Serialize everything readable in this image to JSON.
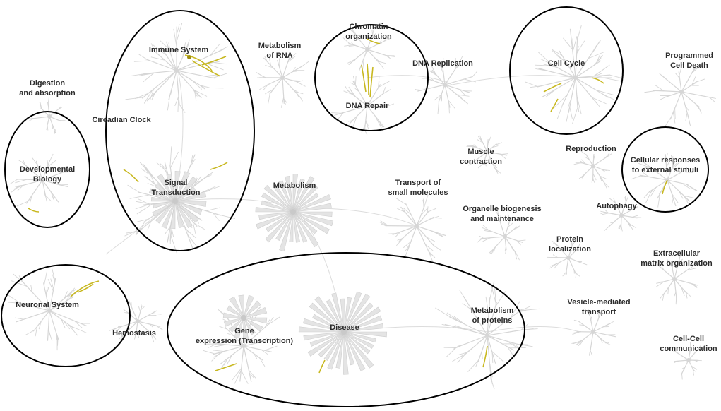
{
  "diagram": {
    "style": {
      "background": "#ffffff",
      "tree_color": "#d6d6d6",
      "highlight_color": "#c8b820",
      "circle_color": "#000000",
      "label_color": "#2b2b2b"
    },
    "pathways": [
      {
        "id": "digestion",
        "label": "Digestion\nand absorption"
      },
      {
        "id": "circadian",
        "label": "Circadian Clock"
      },
      {
        "id": "immune",
        "label": "Immune System",
        "circled": true
      },
      {
        "id": "metabolism-rna",
        "label": "Metabolism\nof RNA"
      },
      {
        "id": "chromatin",
        "label": "Chromatin\norganization",
        "circled": true
      },
      {
        "id": "dna-replication",
        "label": "DNA Replication"
      },
      {
        "id": "dna-repair",
        "label": "DNA Repair",
        "circled": true
      },
      {
        "id": "cell-cycle",
        "label": "Cell Cycle",
        "circled": true
      },
      {
        "id": "programmed-death",
        "label": "Programmed\nCell Death"
      },
      {
        "id": "developmental",
        "label": "Developmental\nBiology",
        "circled": true
      },
      {
        "id": "signal",
        "label": "Signal\nTransduction",
        "circled": true
      },
      {
        "id": "metabolism",
        "label": "Metabolism"
      },
      {
        "id": "muscle",
        "label": "Muscle\ncontraction"
      },
      {
        "id": "reproduction",
        "label": "Reproduction"
      },
      {
        "id": "cellular-responses",
        "label": "Cellular responses\nto external stimuli",
        "circled": true
      },
      {
        "id": "transport-small",
        "label": "Transport of\nsmall molecules"
      },
      {
        "id": "organelle",
        "label": "Organelle biogenesis\nand maintenance"
      },
      {
        "id": "autophagy",
        "label": "Autophagy"
      },
      {
        "id": "protein-localization",
        "label": "Protein\nlocalization"
      },
      {
        "id": "extracellular",
        "label": "Extracellular\nmatrix organization"
      },
      {
        "id": "neuronal",
        "label": "Neuronal System",
        "circled": true
      },
      {
        "id": "hemostasis",
        "label": "Hemostasis"
      },
      {
        "id": "gene-expression",
        "label": "Gene\nexpression (Transcription)",
        "circled": true
      },
      {
        "id": "disease",
        "label": "Disease",
        "circled": true
      },
      {
        "id": "metabolism-proteins",
        "label": "Metabolism\nof proteins",
        "circled": true
      },
      {
        "id": "vesicle",
        "label": "Vesicle-mediated\ntransport"
      },
      {
        "id": "cell-cell",
        "label": "Cell-Cell\ncommunication"
      }
    ]
  }
}
